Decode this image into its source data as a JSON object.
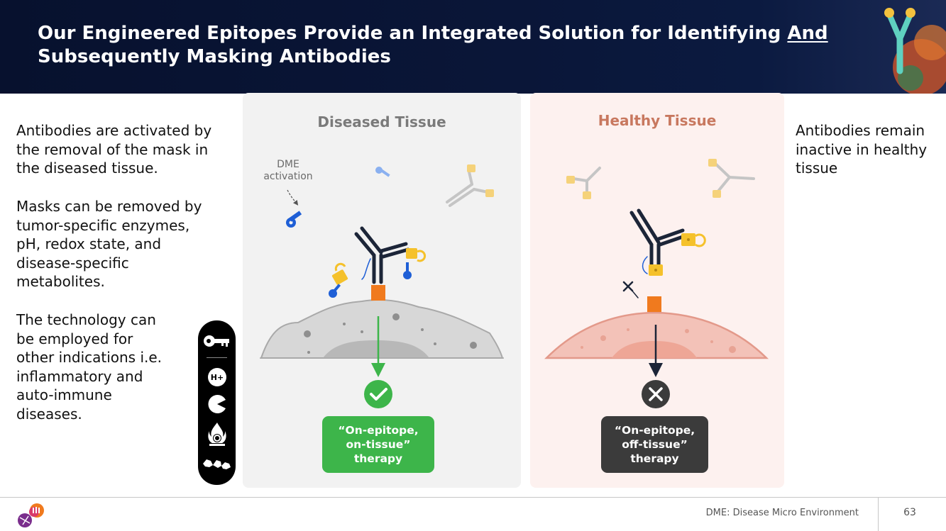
{
  "header": {
    "title_main": "Our Engineered Epitopes Provide an Integrated Solution for Identifying ",
    "title_underlined": "And",
    "title_end": "Subsequently Masking Antibodies"
  },
  "left_column": {
    "paragraph_1": [
      "Antibodies are activated by",
      "the removal of the mask in",
      "the diseased tissue."
    ],
    "paragraph_2": [
      "Masks can be removed by",
      "tumor-specific enzymes,",
      "pH, redox state, and",
      "disease-specific",
      "metabolites."
    ],
    "paragraph_3": [
      "The technology can",
      "be employed for",
      "other indications i.e.",
      "inflammatory and",
      "auto-immune",
      "diseases."
    ]
  },
  "icon_legend": [
    "key-icon",
    "proton-icon",
    "pacman-icon",
    "redox-flame-icon",
    "metabolite-chain-icon"
  ],
  "proton_label": "H+",
  "diseased_panel": {
    "title": "Diseased Tissue",
    "dme_label": [
      "DME",
      "activation"
    ],
    "therapy": [
      "“On-epitope,",
      "on-tissue”",
      "therapy"
    ]
  },
  "healthy_panel": {
    "title": "Healthy Tissue",
    "therapy": [
      "“On-epitope,",
      "off-tissue”",
      "therapy"
    ]
  },
  "right_column": [
    "Antibodies remain",
    "inactive in healthy",
    "tissue"
  ],
  "footer": {
    "note": "DME: Disease Micro Environment",
    "page_number": "63"
  },
  "colors": {
    "header_bg": "#07112e",
    "accent_green": "#3db54a",
    "dark_button": "#3b3b3b",
    "healthy_title": "#c8785f",
    "lock_yellow": "#f5c12b",
    "key_blue": "#1f5fd6",
    "epitope_orange": "#f07a1e"
  }
}
